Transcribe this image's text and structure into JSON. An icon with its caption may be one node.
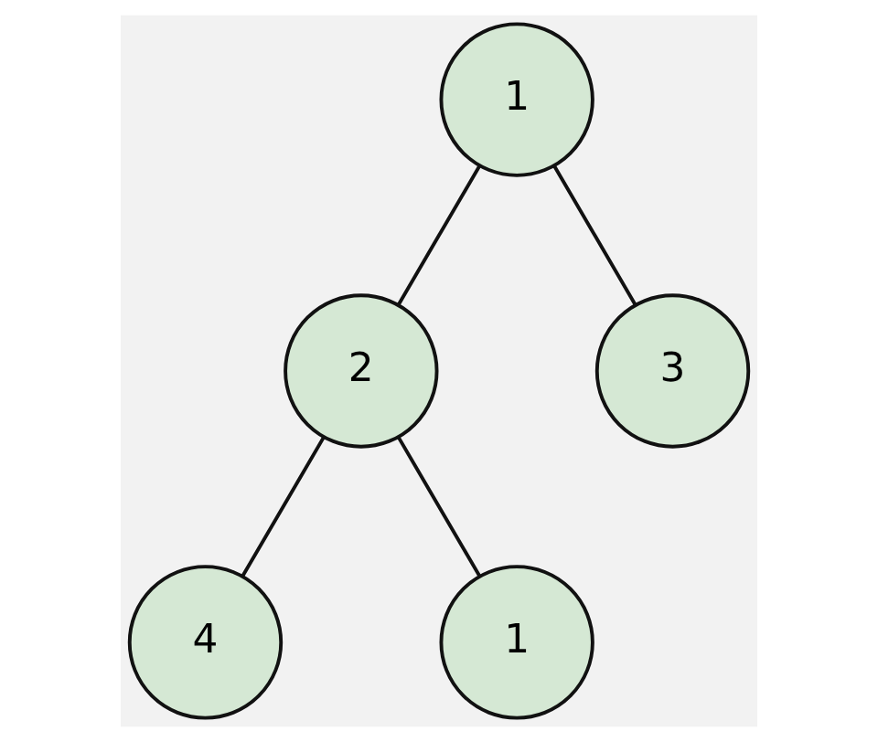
{
  "diagram": {
    "nodes": [
      {
        "text": [
          "1"
        ]
      },
      {
        "text": [
          "2"
        ]
      },
      {
        "text": [
          "3"
        ]
      },
      {
        "text": [
          "4"
        ]
      },
      {
        "text": [
          "1"
        ]
      }
    ],
    "edges": [
      {
        "from": 0,
        "to": 1,
        "arrow": "none"
      },
      {
        "from": 0,
        "to": 2,
        "arrow": "none"
      },
      {
        "from": 1,
        "to": 3,
        "arrow": "none"
      },
      {
        "from": 1,
        "to": 4,
        "arrow": "none"
      }
    ]
  }
}
